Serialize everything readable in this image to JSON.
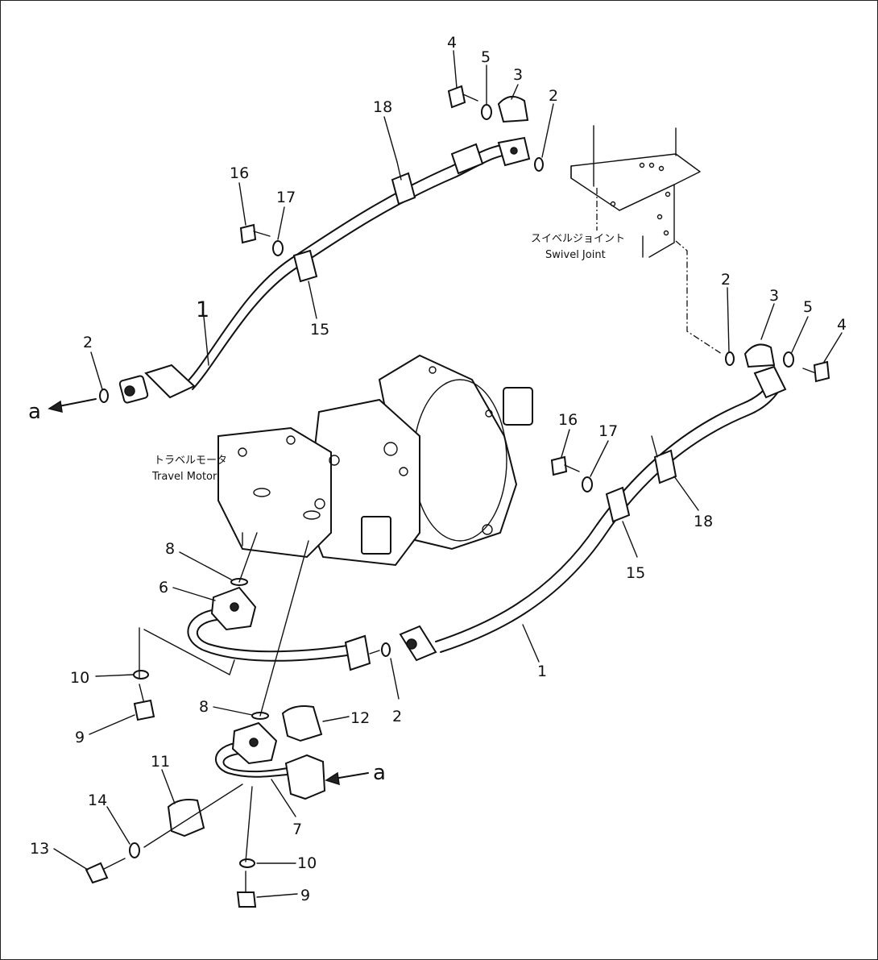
{
  "component_labels": {
    "swivel_joint_jp": "スイベルジョイント",
    "swivel_joint_en": "Swivel Joint",
    "travel_motor_jp": "トラベルモータ",
    "travel_motor_en": "Travel Motor"
  },
  "ref_letters": {
    "left": "a",
    "right": "a"
  },
  "callouts": {
    "c1_upper": "1",
    "c1_lower": "1",
    "c2_upper_left": "2",
    "c2_swivel": "2",
    "c2_right": "2",
    "c2_lower": "2",
    "c3_top": "3",
    "c3_right": "3",
    "c4_top": "4",
    "c4_right": "4",
    "c5_top": "5",
    "c5_right": "5",
    "c6": "6",
    "c7": "7",
    "c8_upper": "8",
    "c8_lower": "8",
    "c9_left": "9",
    "c9_bottom": "9",
    "c10_left": "10",
    "c10_bottom": "10",
    "c11": "11",
    "c12": "12",
    "c13": "13",
    "c14": "14",
    "c15_upper": "15",
    "c15_lower": "15",
    "c16_upper": "16",
    "c16_lower": "16",
    "c17_upper": "17",
    "c17_lower": "17",
    "c18_upper": "18",
    "c18_lower": "18"
  }
}
